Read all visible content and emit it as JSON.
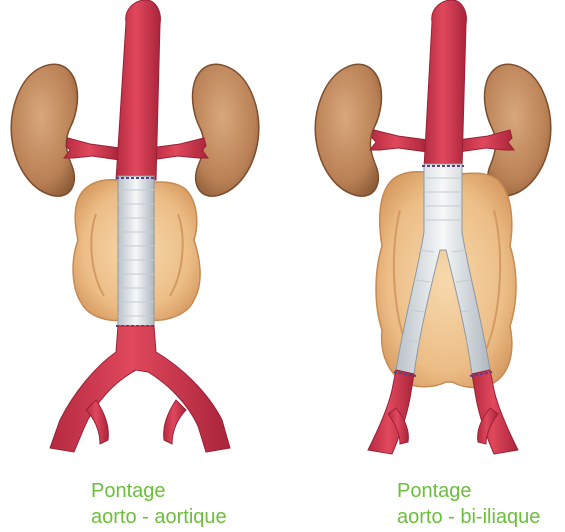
{
  "captions": [
    {
      "line1": "Pontage",
      "line2": "aorto - aortique"
    },
    {
      "line1": "Pontage",
      "line2": "aorto - bi-iliaque"
    }
  ],
  "colors": {
    "caption": "#6bbf3a",
    "artery": "#d5384f",
    "artery_dark": "#a8223a",
    "kidney": "#c0895e",
    "kidney_dark": "#8a5a37",
    "aneurysm": "#efc48f",
    "aneurysm_dark": "#c98c55",
    "graft": "#e7ecef",
    "graft_dark": "#9aa4ad"
  }
}
